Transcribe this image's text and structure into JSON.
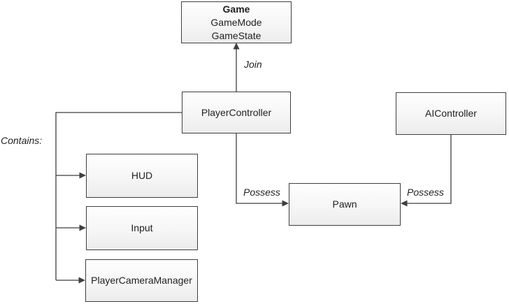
{
  "diagram": {
    "nodes": {
      "game": {
        "title": "Game",
        "line2": "GameMode",
        "line3": "GameState"
      },
      "player_controller": {
        "label": "PlayerController"
      },
      "ai_controller": {
        "label": "AIController"
      },
      "pawn": {
        "label": "Pawn"
      },
      "hud": {
        "label": "HUD"
      },
      "input": {
        "label": "Input"
      },
      "player_camera_manager": {
        "label": "PlayerCameraManager"
      }
    },
    "edge_labels": {
      "join": "Join",
      "possess_left": "Possess",
      "possess_right": "Possess",
      "contains": "Contains:"
    },
    "colors": {
      "line": "#3f3f3f",
      "node_border": "#3f3f3f",
      "node_fill_top": "#fefefe",
      "node_fill_bottom": "#ececec",
      "text": "#1f1f1f",
      "background": "#ffffff"
    }
  }
}
